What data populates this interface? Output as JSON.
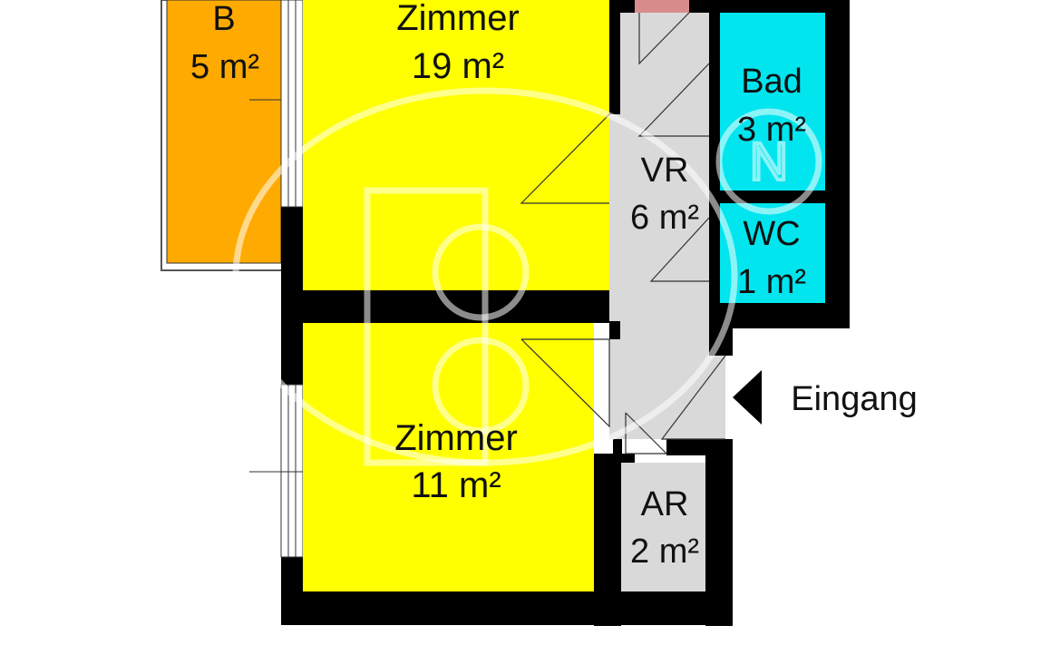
{
  "rooms": {
    "balcony": {
      "name": "B",
      "area": "5 m²"
    },
    "room_large": {
      "name": "Zimmer",
      "area": "19 m²"
    },
    "room_small": {
      "name": "Zimmer",
      "area": "11 m²"
    },
    "hall": {
      "name": "VR",
      "area": "6 m²"
    },
    "bath": {
      "name": "Bad",
      "area": "3 m²"
    },
    "wc": {
      "name": "WC",
      "area": "1 m²"
    },
    "storage": {
      "name": "AR",
      "area": "2 m²"
    }
  },
  "entrance": {
    "label": "Eingang"
  },
  "colors": {
    "room": "#ffff00",
    "balcony": "#ffaa00",
    "wet_room": "#00e5ee",
    "hall": "#d9d9d9",
    "wall": "#000000",
    "top_strip": "#d98c8c"
  },
  "watermark": {
    "icon": "logo-watermark"
  }
}
